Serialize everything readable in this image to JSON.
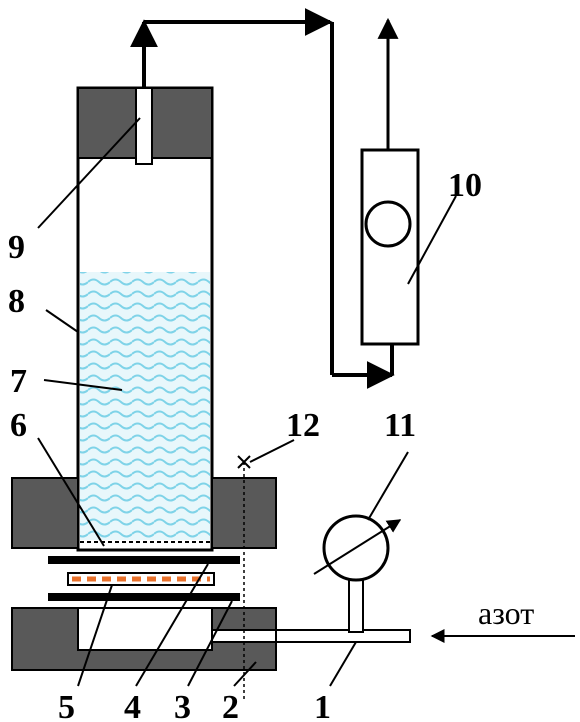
{
  "labels": {
    "n1": "1",
    "n2": "2",
    "n3": "3",
    "n4": "4",
    "n5": "5",
    "n6": "6",
    "n7": "7",
    "n8": "8",
    "n9": "9",
    "n10": "10",
    "n11": "11",
    "n12": "12"
  },
  "inlet_label": "азот",
  "colors": {
    "block": "#595959",
    "liquid": "#7fd3e8",
    "liquid_bg": "#e8f7fb",
    "filter": "#e8702a",
    "line": "#000000"
  }
}
